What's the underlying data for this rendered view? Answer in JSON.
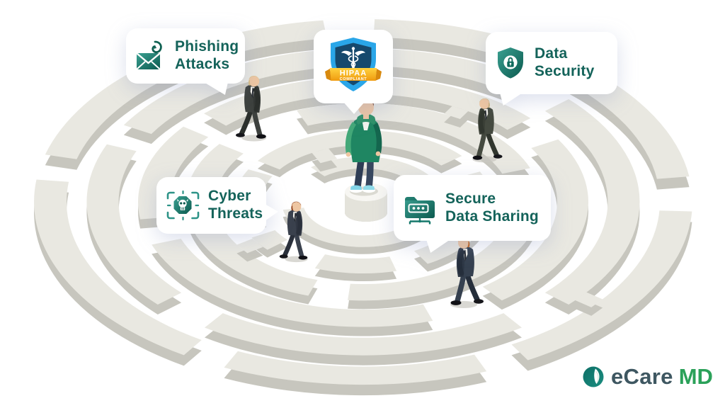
{
  "hipaa_badge": {
    "line1": "HIPAA",
    "line2": "COMPLIANT",
    "icon": "hipaa-shield-caduceus-icon"
  },
  "callouts": {
    "phishing": {
      "line1": "Phishing",
      "line2": "Attacks",
      "icon": "phishing-email-hook-icon"
    },
    "data_security": {
      "line1": "Data",
      "line2": "Security",
      "icon": "shield-lock-icon"
    },
    "cyber_threats": {
      "line1": "Cyber",
      "line2": "Threats",
      "icon": "malware-skull-target-icon"
    },
    "secure_data_sharing": {
      "line1": "Secure",
      "line2": "Data Sharing",
      "icon": "secure-folder-network-icon"
    }
  },
  "logo": {
    "name": "eCare",
    "suffix": "MD",
    "icon": "ecare-md-leaf-icon"
  },
  "colors": {
    "label_text": "#14635a",
    "icon_teal_light": "#3aa091",
    "icon_teal_dark": "#0c5a4f",
    "hipaa_blue": "#2aa6e8",
    "hipaa_navy": "#16496d",
    "hipaa_gold_light": "#ffd23e",
    "hipaa_gold_dark": "#ef9c10",
    "maze_top": "#e9e8e1",
    "maze_side": "#c7c6be",
    "logo_name_color": "#3e5761",
    "logo_md_color": "#2ba159"
  }
}
